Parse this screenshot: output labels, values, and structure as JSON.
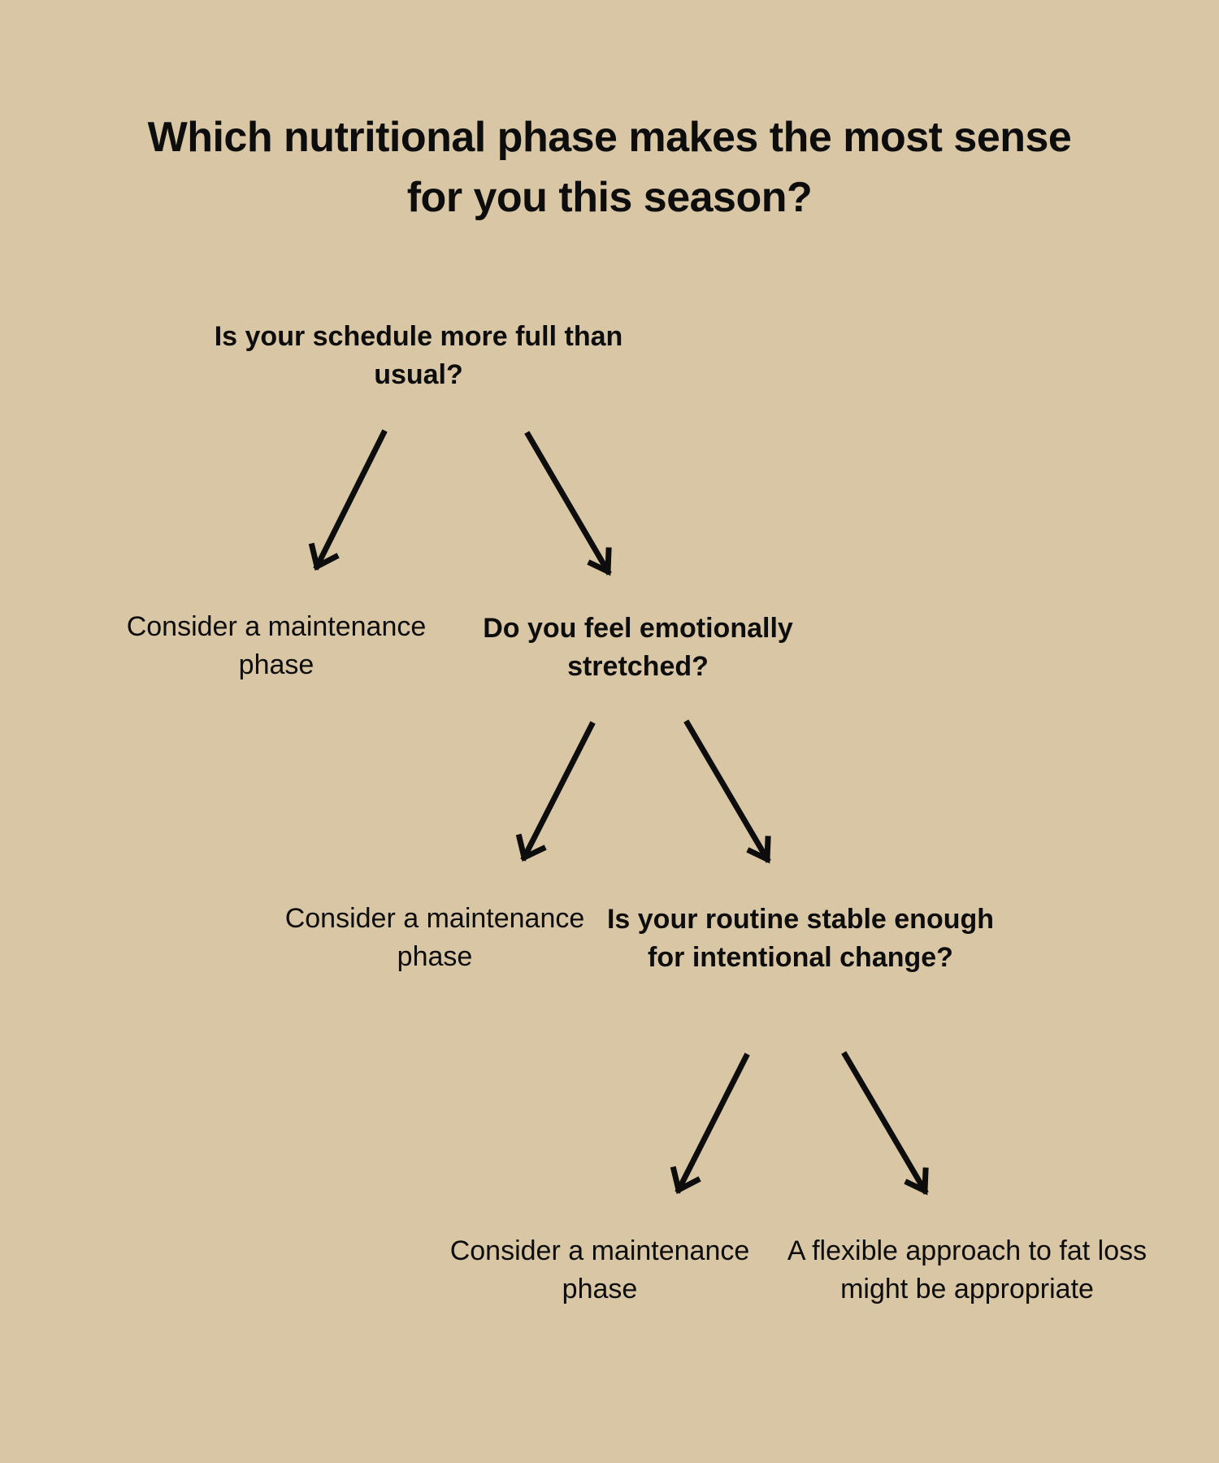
{
  "title": "Which nutritional phase makes the most sense for you this season?",
  "questions": [
    "Is your schedule more full than usual?",
    "Do you feel emotionally stretched?",
    "Is your routine stable enough for intentional change?"
  ],
  "outcomes": [
    "Consider a maintenance phase",
    "Consider a maintenance phase",
    "Consider a maintenance phase",
    "A flexible approach to fat loss might be appropriate"
  ],
  "colors": {
    "background": "#d9c6a5",
    "ink": "#0d0d0d"
  }
}
